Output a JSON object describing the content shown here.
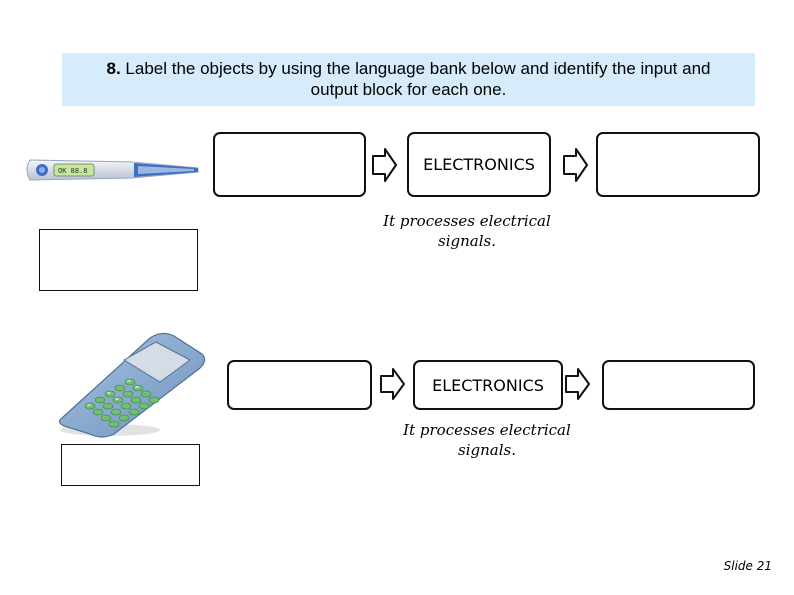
{
  "question": {
    "number": "8.",
    "text": " Label the objects by using the language bank below and identify the input and output block for each one."
  },
  "rows": [
    {
      "object_icon": "thermometer-icon",
      "thermometer_display": "OK  88.8",
      "process_label": "ELECTRONICS",
      "process_note": "It processes electrical signals."
    },
    {
      "object_icon": "calculator-icon",
      "process_label": "ELECTRONICS",
      "process_note": "It processes electrical signals."
    }
  ],
  "slide_label": "Slide 21",
  "colors": {
    "banner_bg": "#d6ecfb",
    "calculator_body": "#7fa2c8",
    "thermometer_blue": "#3d6fc4"
  }
}
